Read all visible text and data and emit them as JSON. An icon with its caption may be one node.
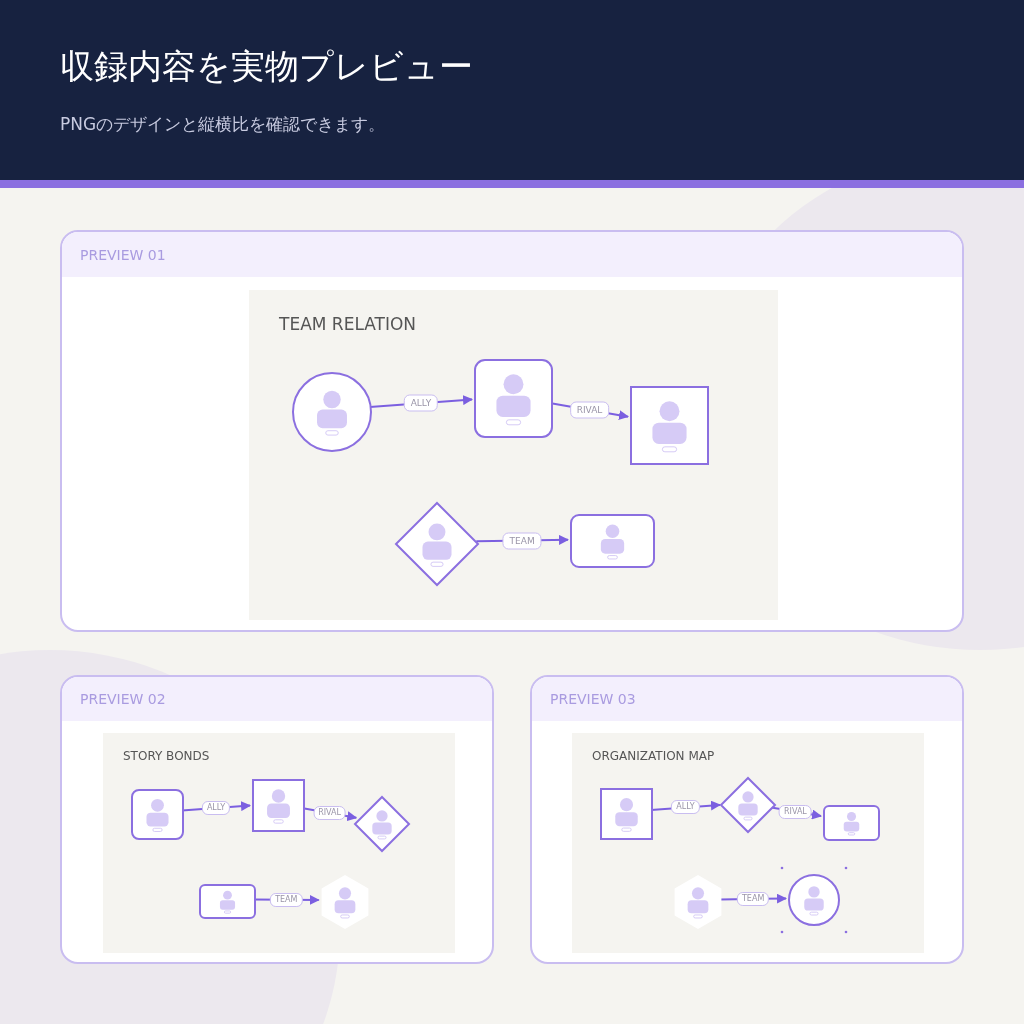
{
  "diagram": {
    "title": "収録内容を実物プレビュー",
    "nodes": [
      {
        "text": [
          "PREVIEW 01"
        ]
      },
      {
        "text": [
          "TEAM RELATION"
        ],
        "in": 0
      },
      {
        "text": [],
        "shape": "circle",
        "in": 1
      },
      {
        "text": [],
        "shape": "box",
        "in": 1
      },
      {
        "text": [],
        "shape": "box",
        "in": 1
      },
      {
        "text": [],
        "shape": "diamond",
        "in": 1
      },
      {
        "text": [],
        "shape": "box",
        "in": 1
      },
      {
        "text": [
          "PREVIEW 02"
        ]
      },
      {
        "text": [
          "STORY BONDS"
        ],
        "in": 7
      },
      {
        "text": [],
        "shape": "box",
        "in": 8
      },
      {
        "text": [],
        "shape": "box",
        "in": 8
      },
      {
        "text": [],
        "shape": "diamond",
        "in": 8
      },
      {
        "text": [],
        "shape": "box",
        "in": 8
      },
      {
        "text": [],
        "shape": "hexagon",
        "in": 8
      },
      {
        "text": [
          "PREVIEW 03"
        ]
      },
      {
        "text": [
          "ORGANIZATION MAP"
        ],
        "in": 14
      },
      {
        "text": [],
        "shape": "box",
        "in": 15
      },
      {
        "text": [],
        "shape": "diamond",
        "in": 15
      },
      {
        "text": [],
        "shape": "box",
        "in": 15
      },
      {
        "text": [],
        "shape": "hexagon",
        "in": 15
      },
      {
        "text": [],
        "shape": "circle",
        "in": 15
      }
    ],
    "edges": [
      {
        "from": 2,
        "to": 3,
        "arrow": "to",
        "label": "ALLY"
      },
      {
        "from": 3,
        "to": 4,
        "arrow": "to",
        "label": "RIVAL"
      },
      {
        "from": 5,
        "to": 6,
        "arrow": "to",
        "label": "TEAM"
      },
      {
        "from": 9,
        "to": 10,
        "arrow": "to",
        "label": "ALLY"
      },
      {
        "from": 10,
        "to": 11,
        "arrow": "to",
        "label": "RIVAL"
      },
      {
        "from": 12,
        "to": 13,
        "arrow": "to",
        "label": "TEAM"
      },
      {
        "from": 16,
        "to": 17,
        "arrow": "to",
        "label": "ALLY"
      },
      {
        "from": 17,
        "to": 18,
        "arrow": "to",
        "label": "RIVAL"
      },
      {
        "from": 19,
        "to": 20,
        "arrow": "to",
        "label": "TEAM"
      }
    ],
    "labels": [
      "PNGのデザインと縦横比を確認できます。"
    ]
  }
}
